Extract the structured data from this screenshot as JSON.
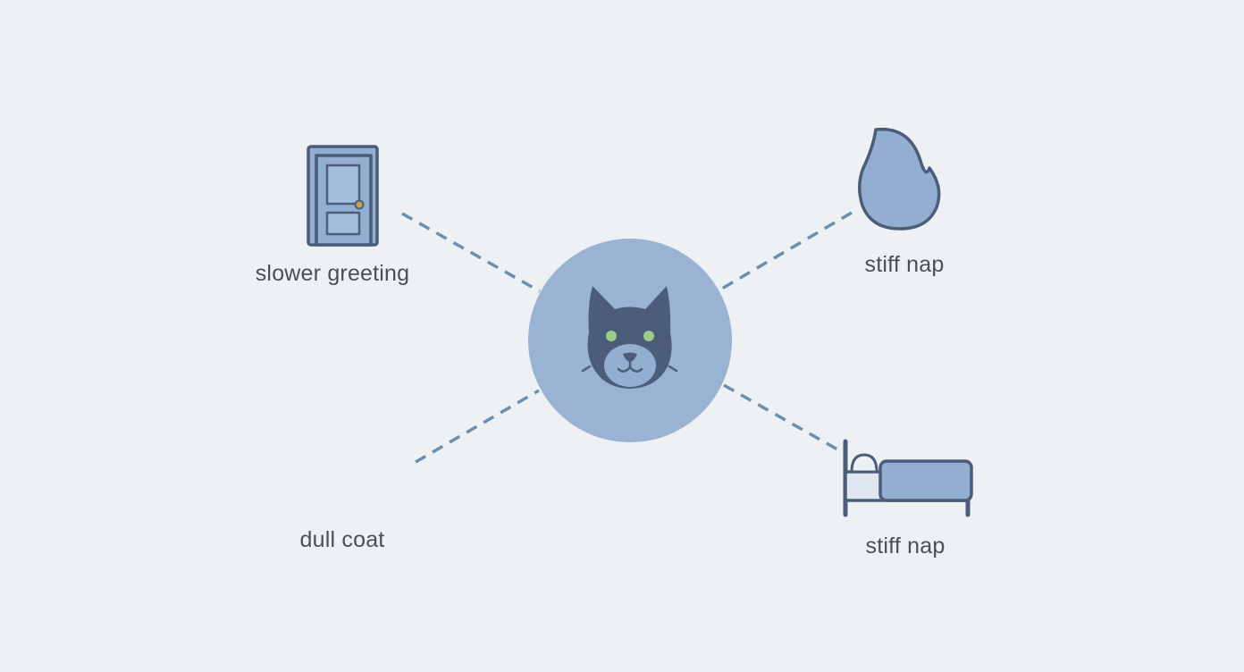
{
  "colors": {
    "background": "#eef1f4",
    "center_circle": "#9bb3d3",
    "icon_fill": "#93aed0",
    "icon_stroke": "#4b5d7a",
    "cat_face": "#4b5d7a",
    "cat_eyes": "#9ccc85",
    "connector": "#6b8fb0",
    "label_text": "#4a4f57"
  },
  "center": {
    "icon": "cat-face-icon"
  },
  "nodes": [
    {
      "id": "door",
      "icon": "door-icon",
      "label": "slower greeting"
    },
    {
      "id": "flame",
      "icon": "flame-icon",
      "label": "stiff nap"
    },
    {
      "id": "coat",
      "icon": "",
      "label": "dull coat"
    },
    {
      "id": "bed",
      "icon": "bed-icon",
      "label": "stiff nap"
    }
  ]
}
